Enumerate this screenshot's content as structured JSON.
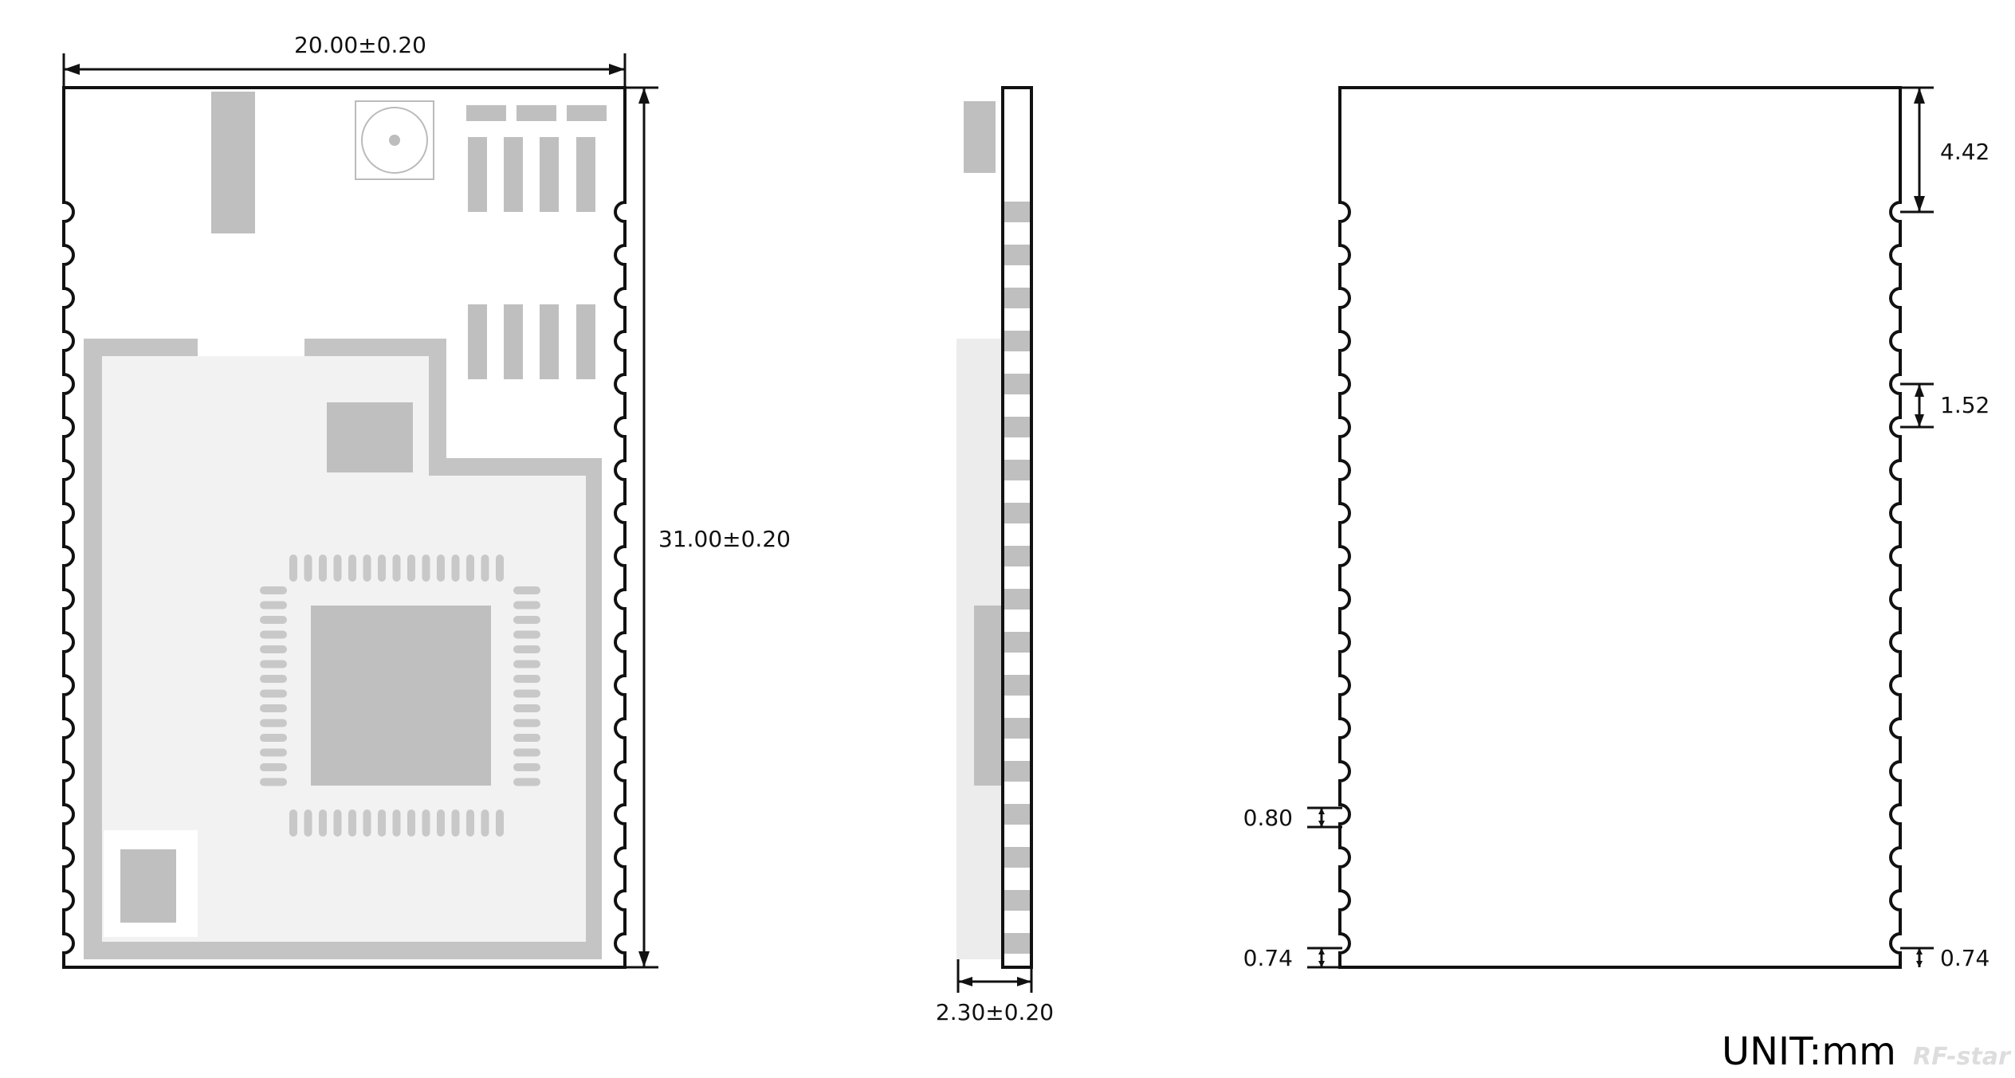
{
  "dimensions": {
    "width": "20.00±0.20",
    "height": "31.00±0.20",
    "thickness": "2.30±0.20",
    "top_to_first_pin": "4.42",
    "pin_pitch": "1.52",
    "pin_width": "0.80",
    "pin_bottom_offset_left": "0.74",
    "pin_bottom_offset_right": "0.74"
  },
  "unit_label": "UNIT:mm",
  "brand": "RF-star",
  "colors": {
    "outline": "#111111",
    "component": "#bfbfbf",
    "shield_frame": "#c4c4c4",
    "shield_top": "#f2f2f2",
    "background": "#ffffff"
  }
}
